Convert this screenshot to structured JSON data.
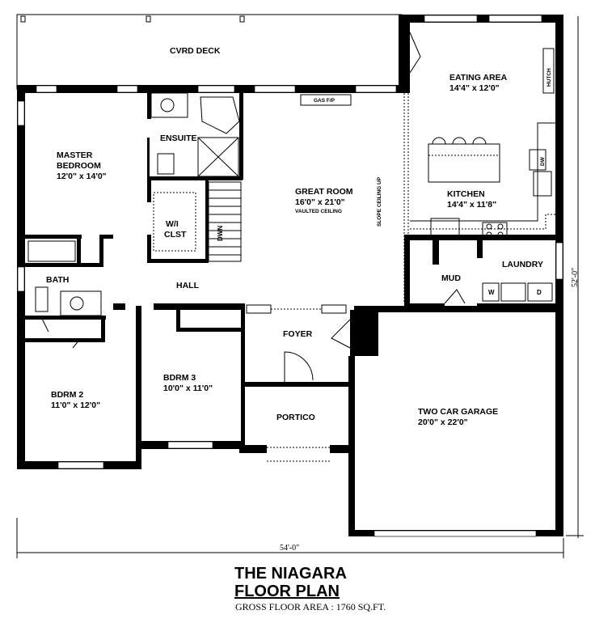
{
  "plan": {
    "title": "THE NIAGARA",
    "subtitle": "FLOOR PLAN",
    "gross_floor_area": "GROSS FLOOR AREA : 1760 SQ.FT.",
    "width_dimension": "54'-0\"",
    "depth_dimension": "52'-0\""
  },
  "rooms": {
    "deck": {
      "name": "CVRD DECK"
    },
    "eating": {
      "name": "EATING AREA",
      "size": "14'4\" x 12'0\""
    },
    "hutch": "HUTCH",
    "gas_fp": "GAS F/P",
    "ensuite": {
      "name": "ENSUITE"
    },
    "master": {
      "name": "MASTER",
      "name2": "BEDROOM",
      "size": "12'0\" x 14'0\""
    },
    "great": {
      "name": "GREAT ROOM",
      "size": "16'0\" x 21'0\"",
      "note": "VAULTED CEILING"
    },
    "slope": "SLOPE CEILING UP",
    "kitchen": {
      "name": "KITCHEN",
      "size": "14'4\" x 11'8\""
    },
    "dw": "DW",
    "wic": {
      "name": "W/I",
      "name2": "CLST"
    },
    "stairs": "DWN",
    "bath": {
      "name": "BATH"
    },
    "hall": {
      "name": "HALL"
    },
    "mud": {
      "name": "MUD"
    },
    "laundry": {
      "name": "LAUNDRY",
      "washer": "W",
      "dryer": "D"
    },
    "foyer": {
      "name": "FOYER"
    },
    "bdrm2": {
      "name": "BDRM 2",
      "size": "11'0\" x 12'0\""
    },
    "bdrm3": {
      "name": "BDRM 3",
      "size": "10'0\" x 11'0\""
    },
    "portico": {
      "name": "PORTICO"
    },
    "garage": {
      "name": "TWO CAR GARAGE",
      "size": "20'0\" x 22'0\""
    }
  }
}
